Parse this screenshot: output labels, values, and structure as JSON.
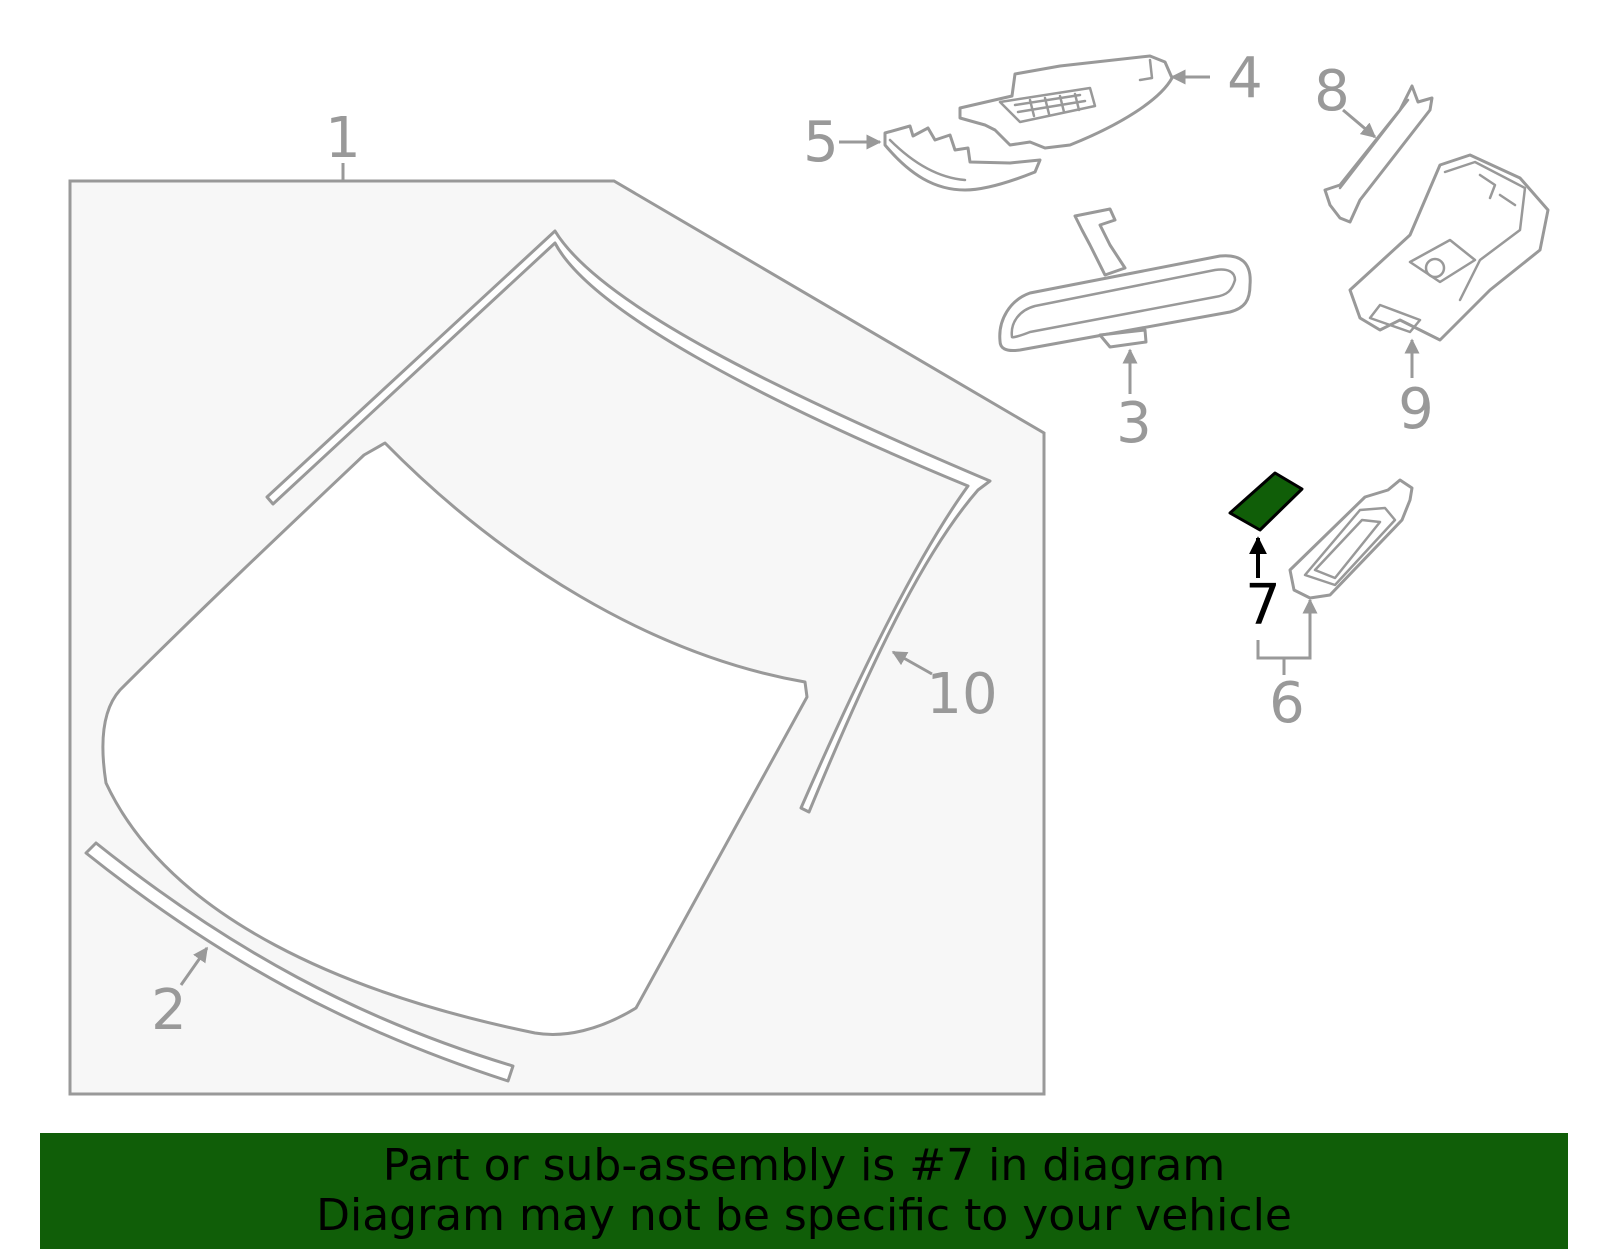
{
  "callouts": {
    "c1": "1",
    "c2": "2",
    "c3": "3",
    "c4": "4",
    "c5": "5",
    "c6": "6",
    "c7": "7",
    "c8": "8",
    "c9": "9",
    "c10": "10"
  },
  "highlight": {
    "part_number": "7",
    "color": "#105e08"
  },
  "colors": {
    "line": "#999999",
    "panel": "#f7f7f7",
    "banner": "#105e08"
  },
  "banner": {
    "line1": "Part or sub-assembly is #7 in diagram",
    "line2": "Diagram may not be specific to your vehicle"
  }
}
